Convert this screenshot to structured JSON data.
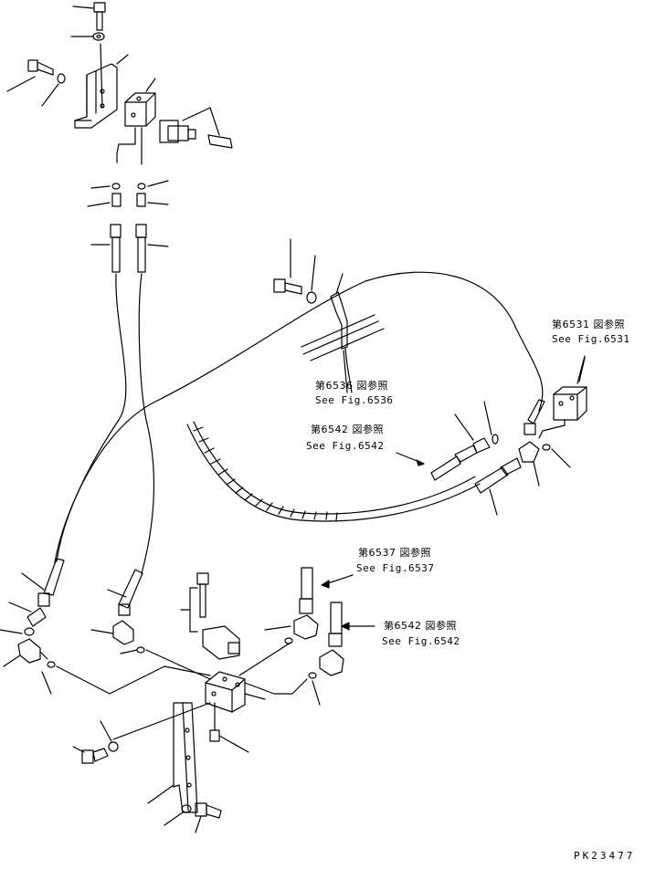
{
  "references": [
    {
      "id": "ref-6531",
      "ja": "第6531 図参照",
      "en": "See Fig.6531"
    },
    {
      "id": "ref-6536",
      "ja": "第6536 図参照",
      "en": "See Fig.6536"
    },
    {
      "id": "ref-6542-top",
      "ja": "第6542 図参照",
      "en": "See Fig.6542"
    },
    {
      "id": "ref-6537",
      "ja": "第6537 図参照",
      "en": "See Fig.6537"
    },
    {
      "id": "ref-6542-bottom",
      "ja": "第6542 図参照",
      "en": "See Fig.6542"
    }
  ],
  "drawing_number": "PK23477",
  "colors": {
    "line": "#000000",
    "background": "#ffffff"
  }
}
